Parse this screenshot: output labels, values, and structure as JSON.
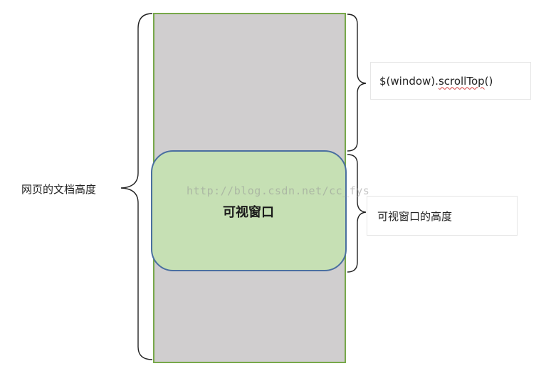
{
  "labels": {
    "document_height": "网页的文档高度",
    "viewport": "可视窗口",
    "scroll_top_prefix": "$(window).",
    "scroll_top_method": "scrollTop",
    "scroll_top_suffix": "()",
    "viewport_height": "可视窗口的高度"
  },
  "watermark": "http://blog.csdn.net/cc_fys",
  "colors": {
    "document_fill": "#d0cecf",
    "document_border": "#77a84a",
    "viewport_fill": "#c6e0b4",
    "viewport_border": "#4a6fa0",
    "brace": "#222222"
  }
}
